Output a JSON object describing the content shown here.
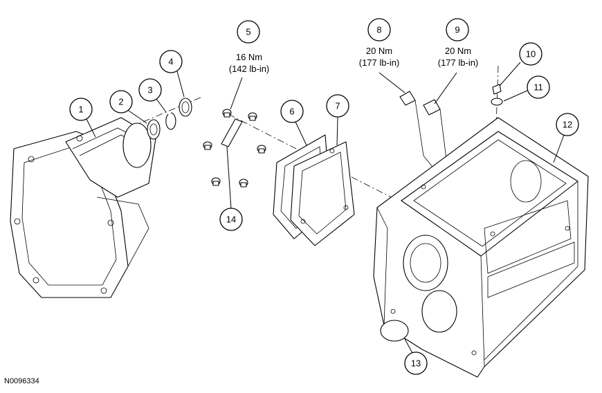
{
  "figure_id": "N0096334",
  "callouts": [
    {
      "num": "1"
    },
    {
      "num": "2"
    },
    {
      "num": "3"
    },
    {
      "num": "4"
    },
    {
      "num": "5",
      "spec_nm": "16 Nm",
      "spec_lbin": "(142 lb-in)"
    },
    {
      "num": "6"
    },
    {
      "num": "7"
    },
    {
      "num": "8",
      "spec_nm": "20 Nm",
      "spec_lbin": "(177 lb-in)"
    },
    {
      "num": "9",
      "spec_nm": "20 Nm",
      "spec_lbin": "(177 lb-in)"
    },
    {
      "num": "10"
    },
    {
      "num": "11"
    },
    {
      "num": "12"
    },
    {
      "num": "13"
    },
    {
      "num": "14"
    }
  ]
}
